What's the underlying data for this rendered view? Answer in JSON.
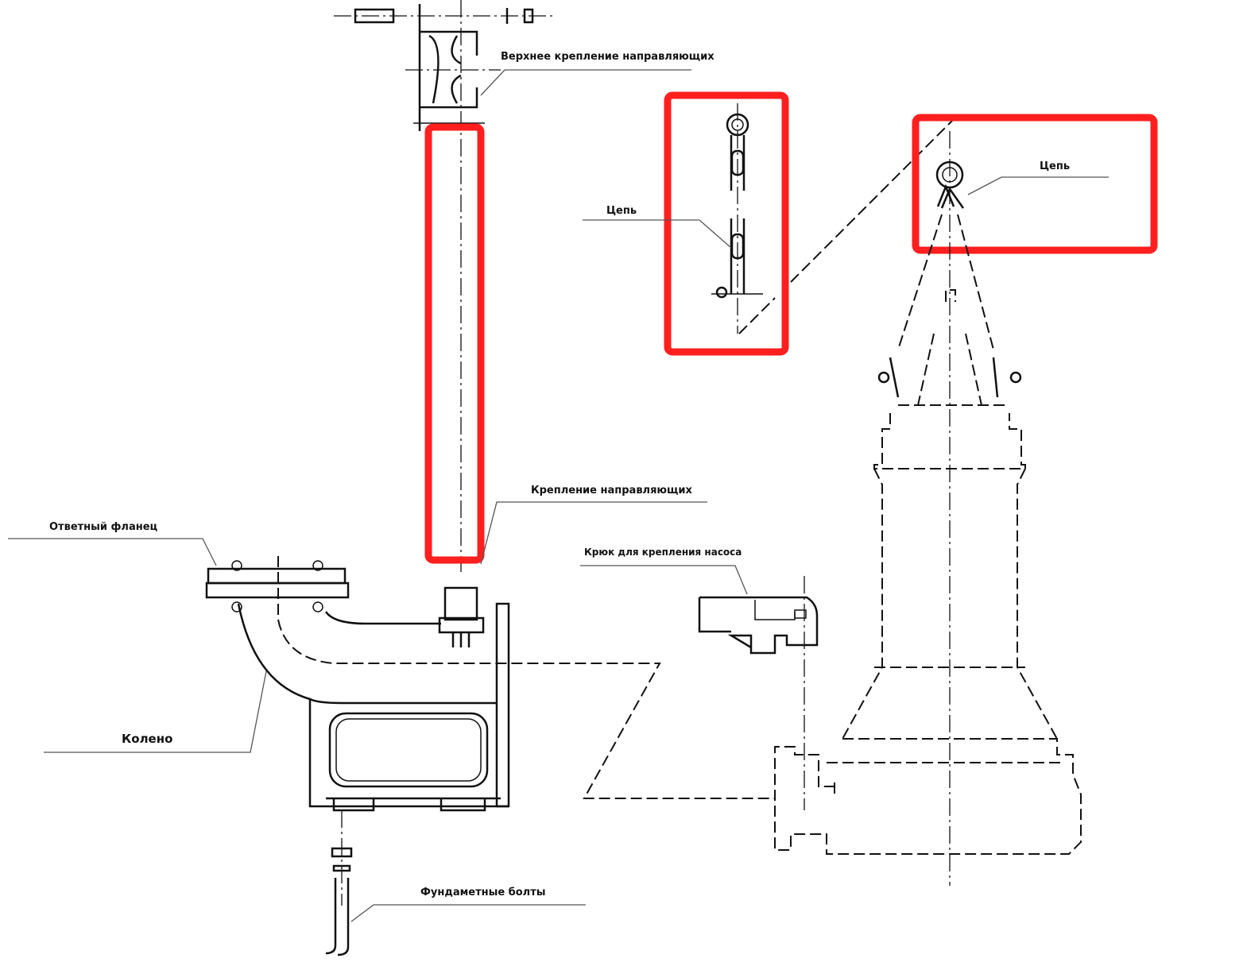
{
  "labels": {
    "upper_guide_bracket": "Верхнее крепление направляющих",
    "chain_left": "Цепь",
    "chain_right": "Цепь",
    "guide_bracket": "Крепление направляющих",
    "mating_flange": "Ответный фланец",
    "pump_hook": "Крюк для крепления насоса",
    "elbow": "Колено",
    "foundation_bolts": "Фундаметные болты"
  },
  "colors": {
    "highlight": "#ff1f1f",
    "line": "#111111"
  }
}
